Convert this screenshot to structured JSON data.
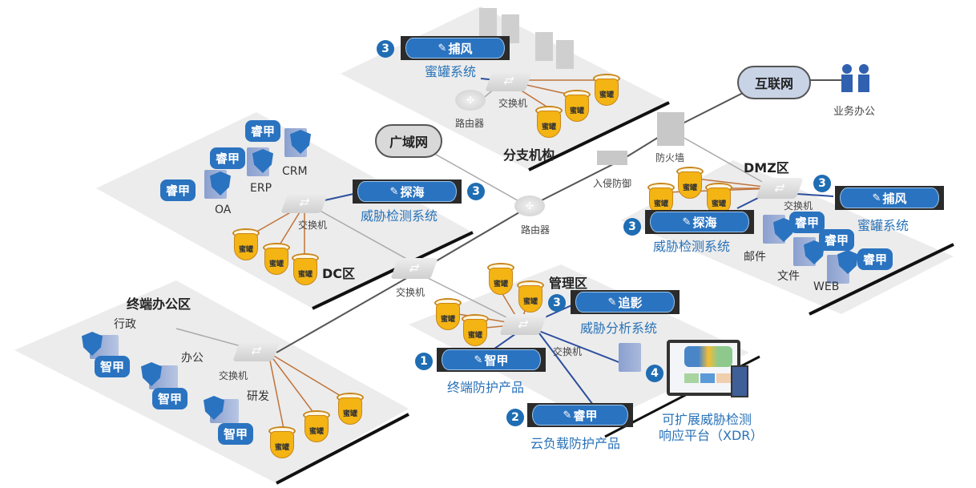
{
  "zones": {
    "branch": "分支机构",
    "dc": "DC区",
    "dmz": "DMZ区",
    "terminal_office": "终端办公区",
    "management": "管理区"
  },
  "network": {
    "wan": "广域网",
    "internet": "互联网",
    "business_office": "业务办公",
    "firewall": "防火墙",
    "ips": "入侵防御",
    "router": "路由器",
    "switch": "交换机"
  },
  "honeypot_label": "蜜罐",
  "products": {
    "bufeng_branch": {
      "badge": "3",
      "name": "捕风",
      "desc": "蜜罐系统"
    },
    "tanhai_dc": {
      "badge": "3",
      "name": "探海",
      "desc": "威胁检测系统"
    },
    "tanhai_dmz": {
      "badge": "3",
      "name": "探海",
      "desc": "威胁检测系统"
    },
    "bufeng_dmz": {
      "badge": "3",
      "name": "捕风",
      "desc": "蜜罐系统"
    },
    "zhuiying": {
      "badge": "3",
      "name": "追影",
      "desc": "威胁分析系统"
    },
    "zhijia": {
      "badge": "1",
      "name": "智甲",
      "desc": "终端防护产品"
    },
    "ruijia": {
      "badge": "2",
      "name": "睿甲",
      "desc": "云负载防护产品"
    },
    "xdr": {
      "badge": "4",
      "desc_line1": "可扩展威胁检测",
      "desc_line2": "响应平台（XDR）"
    }
  },
  "dc_servers": [
    {
      "name": "OA",
      "tag": "睿甲"
    },
    {
      "name": "ERP",
      "tag": "睿甲"
    },
    {
      "name": "CRM",
      "tag": "睿甲"
    }
  ],
  "dmz_servers": [
    {
      "name": "邮件",
      "tag": "睿甲"
    },
    {
      "name": "文件",
      "tag": "睿甲"
    },
    {
      "name": "WEB",
      "tag": "睿甲"
    }
  ],
  "office_depts": [
    {
      "name": "行政",
      "tag": "智甲"
    },
    {
      "name": "办公",
      "tag": "智甲"
    },
    {
      "name": "研发",
      "tag": "智甲"
    }
  ],
  "colors": {
    "brand_blue": "#2a73c0",
    "badge_blue": "#1f6db3",
    "honeypot_gold": "#f3b414",
    "platform": "#ececec"
  }
}
